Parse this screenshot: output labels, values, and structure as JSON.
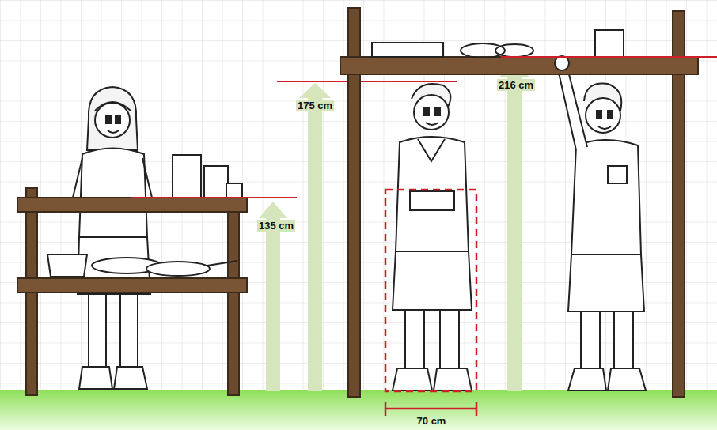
{
  "diagram": {
    "labels": [
      "135 cm",
      "175 cm",
      "216 cm",
      "70 cm"
    ]
  }
}
